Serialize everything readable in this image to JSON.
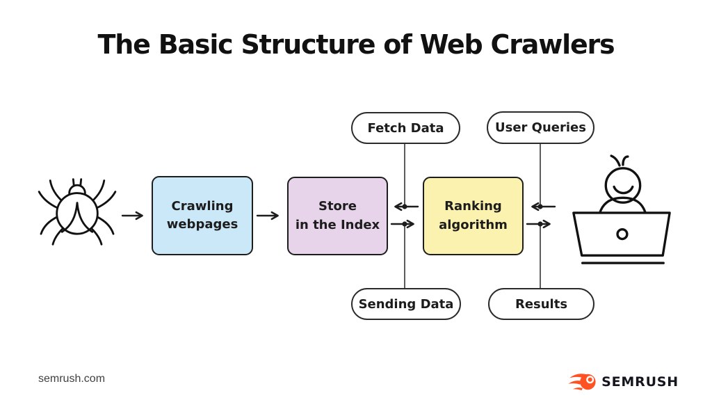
{
  "title": "The Basic Structure of Web Crawlers",
  "diagram": {
    "nodes": {
      "crawling": {
        "line1": "Crawling",
        "line2": "webpages",
        "fill": "#cbe8f9"
      },
      "store": {
        "line1": "Store",
        "line2": "in the Index",
        "fill": "#e7d4eb"
      },
      "ranking": {
        "line1": "Ranking",
        "line2": "algorithm",
        "fill": "#fcf2b0"
      }
    },
    "pills": {
      "fetch": {
        "label": "Fetch Data"
      },
      "queries": {
        "label": "User Queries"
      },
      "sending": {
        "label": "Sending Data"
      },
      "results": {
        "label": "Results"
      }
    },
    "icons": {
      "spider": "spider-bug-icon",
      "person": "person-at-laptop-icon"
    }
  },
  "footer": {
    "site": "semrush.com",
    "brand": "SEMRUSH",
    "brand_icon": "semrush-flame-icon"
  },
  "colors": {
    "background": "#ffffff",
    "title_text": "#111111",
    "node_border": "#1d1d1d",
    "arrow": "#1d1d1d",
    "connector_line": "#4a4a4a",
    "node_blue": "#cbe8f9",
    "node_purple": "#e7d4eb",
    "node_yellow": "#fcf2b0",
    "brand_orange": "#ff5222"
  }
}
